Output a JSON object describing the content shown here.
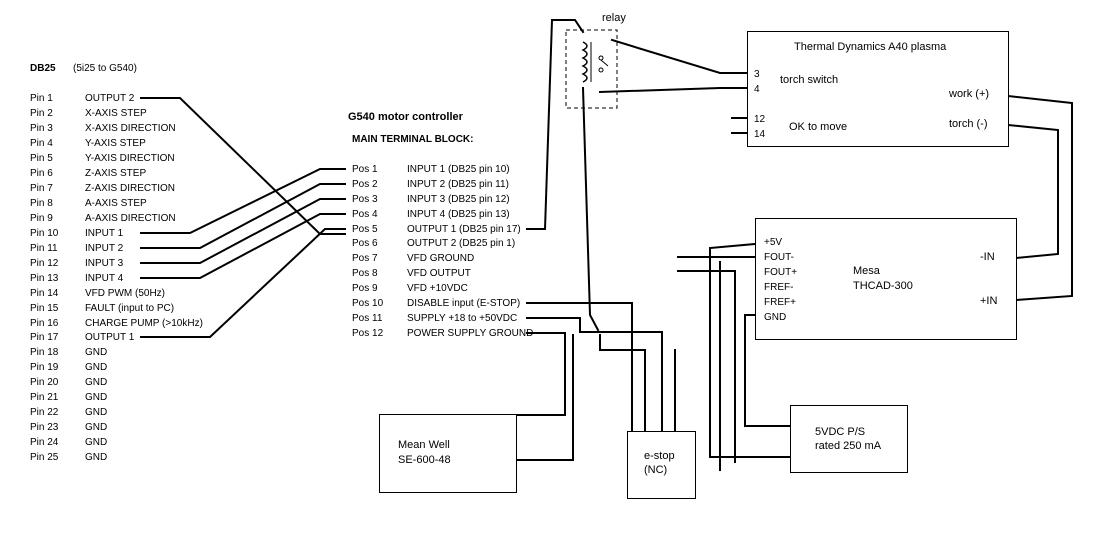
{
  "db25": {
    "title": "DB25",
    "subtitle": "(5i25 to G540)",
    "pins": [
      {
        "pin": "Pin 1",
        "label": "OUTPUT 2"
      },
      {
        "pin": "Pin 2",
        "label": "X-AXIS STEP"
      },
      {
        "pin": "Pin 3",
        "label": "X-AXIS DIRECTION"
      },
      {
        "pin": "Pin 4",
        "label": "Y-AXIS STEP"
      },
      {
        "pin": "Pin 5",
        "label": "Y-AXIS DIRECTION"
      },
      {
        "pin": "Pin 6",
        "label": "Z-AXIS STEP"
      },
      {
        "pin": "Pin 7",
        "label": "Z-AXIS DIRECTION"
      },
      {
        "pin": "Pin 8",
        "label": "A-AXIS STEP"
      },
      {
        "pin": "Pin 9",
        "label": "A-AXIS DIRECTION"
      },
      {
        "pin": "Pin 10",
        "label": "INPUT 1"
      },
      {
        "pin": "Pin 11",
        "label": "INPUT 2"
      },
      {
        "pin": "Pin 12",
        "label": "INPUT 3"
      },
      {
        "pin": "Pin 13",
        "label": "INPUT 4"
      },
      {
        "pin": "Pin 14",
        "label": "VFD PWM (50Hz)"
      },
      {
        "pin": "Pin 15",
        "label": "FAULT (input to PC)"
      },
      {
        "pin": "Pin 16",
        "label": "CHARGE PUMP (>10kHz)"
      },
      {
        "pin": "Pin 17",
        "label": "OUTPUT 1"
      },
      {
        "pin": "Pin 18",
        "label": "GND"
      },
      {
        "pin": "Pin 19",
        "label": "GND"
      },
      {
        "pin": "Pin 20",
        "label": "GND"
      },
      {
        "pin": "Pin 21",
        "label": "GND"
      },
      {
        "pin": "Pin 22",
        "label": "GND"
      },
      {
        "pin": "Pin 23",
        "label": "GND"
      },
      {
        "pin": "Pin 24",
        "label": "GND"
      },
      {
        "pin": "Pin 25",
        "label": "GND"
      }
    ]
  },
  "g540": {
    "title": "G540 motor controller",
    "subtitle": "MAIN TERMINAL BLOCK:",
    "positions": [
      {
        "pos": "Pos 1",
        "label": "INPUT 1 (DB25 pin 10)"
      },
      {
        "pos": "Pos 2",
        "label": "INPUT 2 (DB25 pin 11)"
      },
      {
        "pos": "Pos 3",
        "label": "INPUT 3 (DB25 pin 12)"
      },
      {
        "pos": "Pos 4",
        "label": "INPUT 4 (DB25 pin 13)"
      },
      {
        "pos": "Pos 5",
        "label": "OUTPUT 1 (DB25 pin 17)"
      },
      {
        "pos": "Pos 6",
        "label": "OUTPUT 2 (DB25 pin 1)"
      },
      {
        "pos": "Pos 7",
        "label": "VFD GROUND"
      },
      {
        "pos": "Pos 8",
        "label": "VFD OUTPUT"
      },
      {
        "pos": "Pos 9",
        "label": "VFD +10VDC"
      },
      {
        "pos": "Pos 10",
        "label": "DISABLE input (E-STOP)"
      },
      {
        "pos": "Pos 11",
        "label": "SUPPLY +18 to +50VDC"
      },
      {
        "pos": "Pos 12",
        "label": "POWER SUPPLY GROUND"
      }
    ]
  },
  "relay": {
    "label": "relay"
  },
  "plasma": {
    "title": "Thermal Dynamics A40 plasma",
    "terminals": [
      "3",
      "4",
      "12",
      "14"
    ],
    "torch_switch": "torch switch",
    "ok_to_move": "OK to move",
    "work": "work (+)",
    "torch": "torch (-)"
  },
  "thcad": {
    "name_line1": "Mesa",
    "name_line2": "THCAD-300",
    "pins": [
      "+5V",
      "FOUT-",
      "FOUT+",
      "FREF-",
      "FREF+",
      "GND"
    ],
    "neg_in": "-IN",
    "pos_in": "+IN"
  },
  "psu_5v": {
    "line1": "5VDC P/S",
    "line2": "rated 250 mA"
  },
  "meanwell": {
    "line1": "Mean Well",
    "line2": "SE-600-48"
  },
  "estop": {
    "line1": "e-stop",
    "line2": "(NC)"
  }
}
